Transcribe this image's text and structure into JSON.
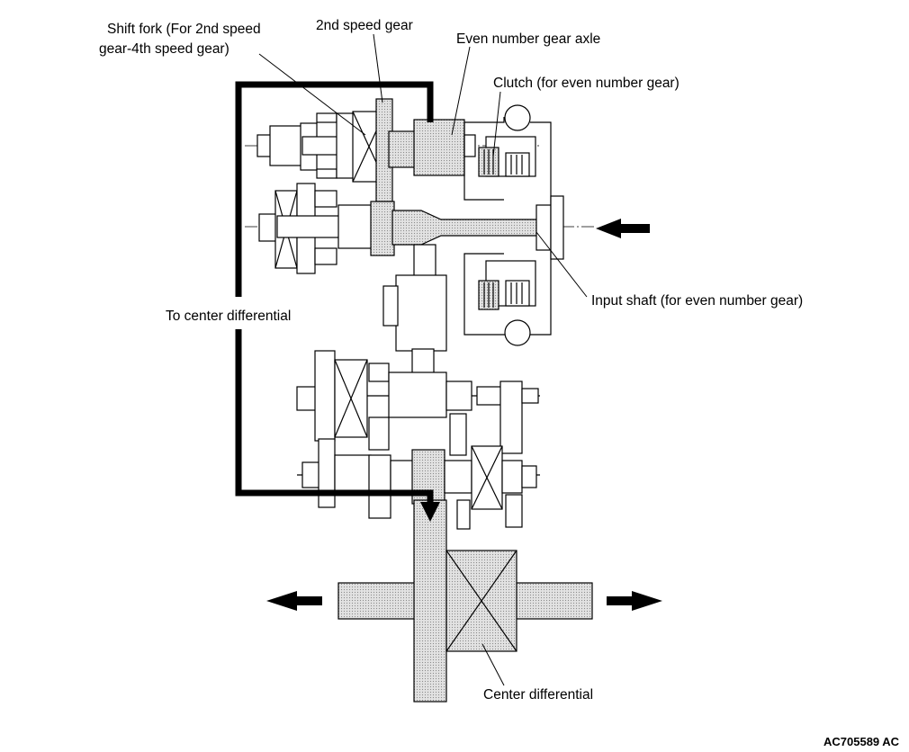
{
  "labels": {
    "shift_fork_line1": "Shift fork (For 2nd speed",
    "shift_fork_line2": "gear-4th speed gear)",
    "second_speed_gear": "2nd speed gear",
    "even_number_gear_axle": "Even number gear axle",
    "clutch_even": "Clutch (for even number gear)",
    "input_shaft_even": "Input shaft (for even number gear)",
    "to_center_differential": "To center differential",
    "center_differential": "Center differential"
  },
  "figure_code": "AC705589 AC",
  "colors": {
    "line": "#000000",
    "highlight_fill": "#d9d9d9",
    "background": "#ffffff"
  }
}
